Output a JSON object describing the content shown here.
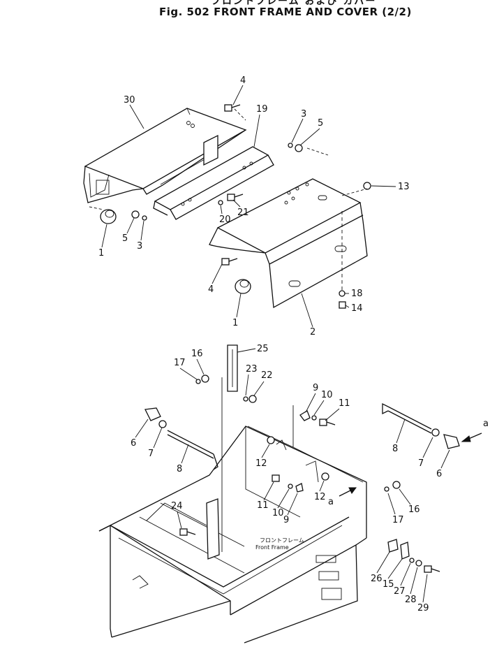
{
  "title_jp": "フロントフレーム および カバー",
  "title": "Fig. 502  FRONT  FRAME  AND  COVER  (2/2)",
  "frame_label_jp": "フロントフレーム",
  "frame_label": "Front  Frame",
  "arrow_label": "a",
  "callouts": [
    "30",
    "4",
    "19",
    "3",
    "5",
    "13",
    "1",
    "5",
    "3",
    "20",
    "21",
    "4",
    "1",
    "2",
    "18",
    "14",
    "25",
    "16",
    "17",
    "23",
    "22",
    "9",
    "10",
    "11",
    "6",
    "7",
    "8",
    "12",
    "12",
    "11",
    "10",
    "9",
    "24",
    "8",
    "7",
    "6",
    "16",
    "17",
    "26",
    "15",
    "27",
    "28",
    "29"
  ]
}
